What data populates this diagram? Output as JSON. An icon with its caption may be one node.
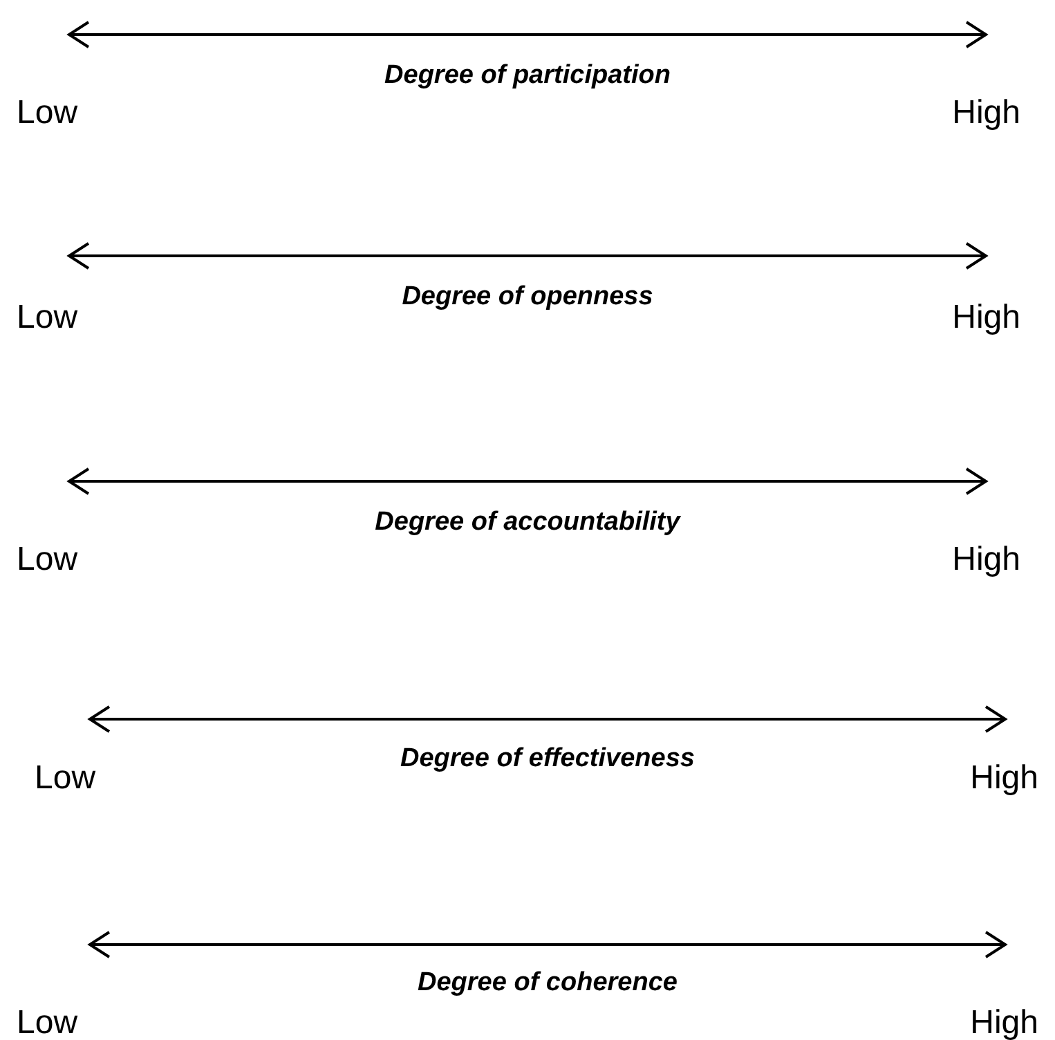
{
  "diagram": {
    "labels": [
      "Degree of participation",
      "Low",
      "High",
      "Degree of openness",
      "Low",
      "High",
      "Degree of accountability",
      "Low",
      "High",
      "Degree of effectiveness",
      "Low",
      "High",
      "Degree of coherence",
      "Low",
      "High"
    ]
  }
}
